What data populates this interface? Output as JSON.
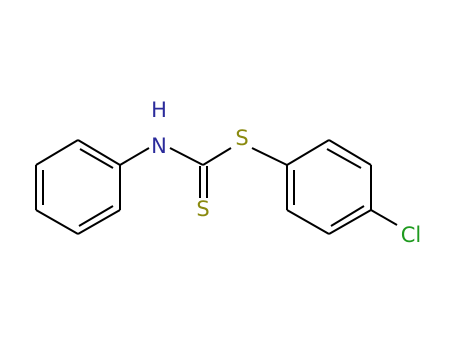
{
  "molecule": {
    "atoms": {
      "nh_h": {
        "label": "H",
        "color": "#2b2b9b"
      },
      "nh_n": {
        "label": "N",
        "color": "#2b2b9b"
      },
      "thioester_s": {
        "label": "S",
        "color": "#8a8a0f"
      },
      "thione_s": {
        "label": "S",
        "color": "#8a8a0f"
      },
      "chlorine": {
        "label": "Cl",
        "color": "#1f9a1f"
      }
    },
    "bond_color": "#000000"
  }
}
